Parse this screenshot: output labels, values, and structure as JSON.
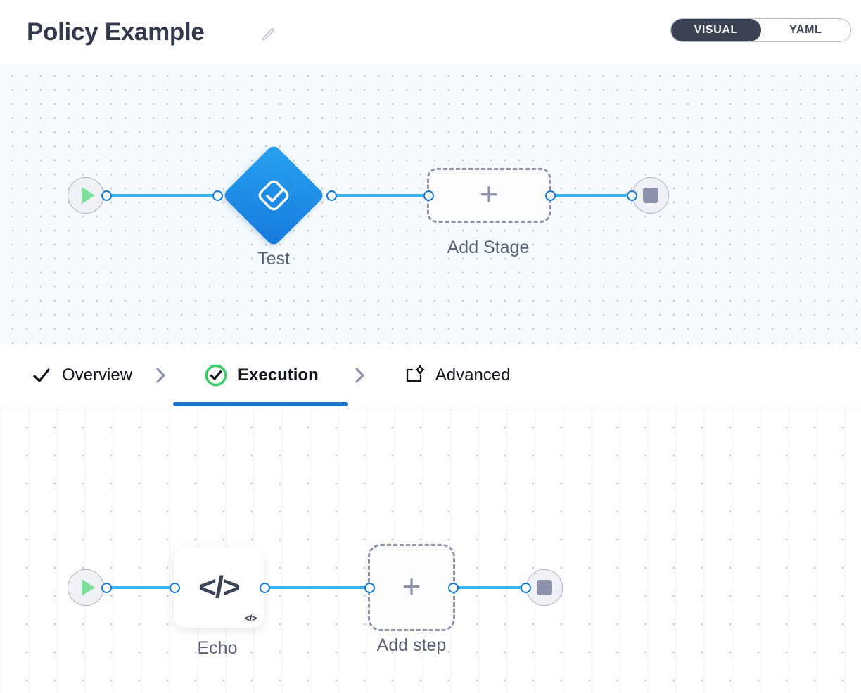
{
  "header": {
    "title": "Policy Example",
    "edit_icon": "pencil-icon",
    "view_toggle": {
      "options": [
        "VISUAL",
        "YAML"
      ],
      "selected": "VISUAL"
    }
  },
  "stage_canvas": {
    "start_node": {
      "icon": "play-icon"
    },
    "end_node": {
      "icon": "stop-icon"
    },
    "stages": [
      {
        "label": "Test",
        "icon": "approval-check-diamond-icon",
        "color": "#1579dd"
      }
    ],
    "add_stage": {
      "label": "Add Stage",
      "icon": "plus-icon"
    }
  },
  "tabs": [
    {
      "label": "Overview",
      "icon": "check-icon",
      "active": false
    },
    {
      "label": "Execution",
      "icon": "check-circle-icon",
      "active": true
    },
    {
      "label": "Advanced",
      "icon": "box-gear-icon",
      "active": false
    }
  ],
  "tab_separator": "chevron-right-icon",
  "step_canvas": {
    "start_node": {
      "icon": "play-icon"
    },
    "end_node": {
      "icon": "stop-icon"
    },
    "steps": [
      {
        "label": "Echo",
        "icon": "code-icon",
        "badge": "</>"
      }
    ],
    "add_step": {
      "label": "Add step",
      "icon": "plus-icon"
    }
  },
  "colors": {
    "accent_blue": "#1a73c8",
    "edge_blue": "#39b3f0",
    "stage_blue": "#1579dd",
    "active_check_green": "#3ccb68",
    "start_green": "#7ddf9a",
    "node_gray": "#8e93ab",
    "toggle_dark": "#3b4254"
  }
}
